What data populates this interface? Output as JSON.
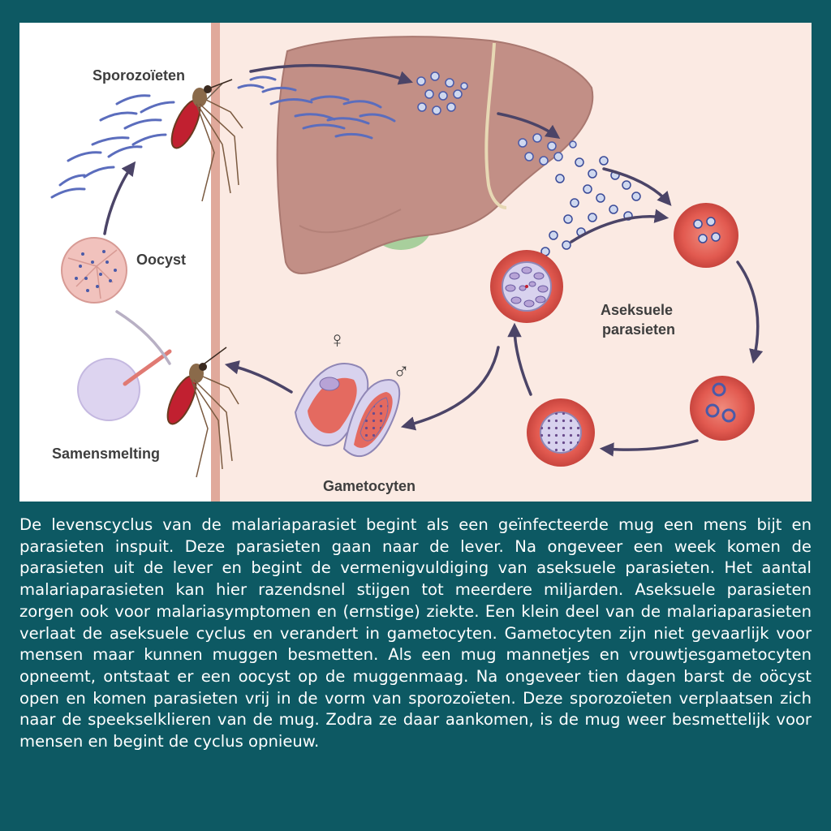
{
  "labels": {
    "sporozoites": "Sporozoïeten",
    "oocyst": "Oocyst",
    "fusion": "Samensmelting",
    "gametocytes": "Gametocyten",
    "asexual_line1": "Aseksuele",
    "asexual_line2": "parasieten",
    "female_symbol": "♀",
    "male_symbol": "♂"
  },
  "caption": "De levenscyclus van de malariaparasiet begint als een geïnfecteerde mug een mens bijt en parasieten inspuit. Deze parasieten gaan naar de lever. Na ongeveer een week komen de parasieten uit de lever en begint de vermenigvuldiging van aseksuele parasieten. Het aantal malariaparasieten kan hier razendsnel stijgen tot meerdere miljarden. Aseksuele parasieten zorgen ook voor malariasymptomen en (ernstige) ziekte. Een klein deel van de malariaparasieten verlaat de aseksuele cyclus en verandert in gametocyten. Gametocyten zijn niet gevaarlijk voor mensen maar kunnen muggen besmetten. Als een mug mannetjes en vrouwtjesgametocyten opneemt, ontstaat er een oocyst op de muggenmaag. Na ongeveer tien dagen barst de oöcyst open en komen parasieten vrij in de vorm van sporozoïeten. Deze sporozoïeten verplaatsen zich naar de speekselklieren van de mug. Zodra ze daar aankomen, is de mug weer besmettelijk voor mensen en begint de cyclus opnieuw.",
  "colors": {
    "background": "#0d5963",
    "mosquito_panel": "#ffffff",
    "human_panel": "#fbeae3",
    "liver": "#c28f86",
    "red_blood_cell": "#e25a50",
    "parasite": "#4a5aa8",
    "arrow": "#4b4467"
  }
}
